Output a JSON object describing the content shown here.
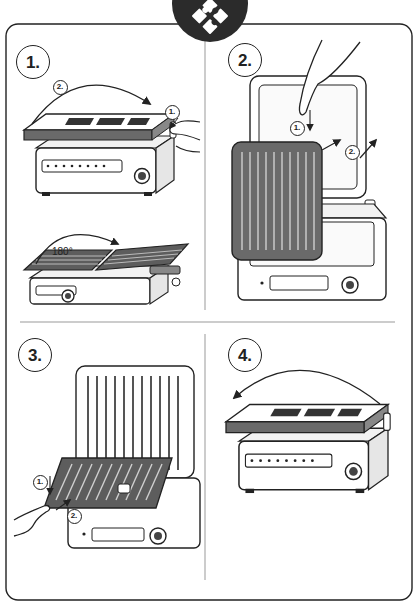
{
  "diagram": {
    "nodes": [
      {
        "text": [
          "1."
        ]
      },
      {
        "text": [
          "2."
        ]
      },
      {
        "text": [
          "1."
        ]
      },
      {
        "text": [
          "2."
        ]
      },
      {
        "text": [
          "1."
        ]
      },
      {
        "text": [
          "2."
        ]
      },
      {
        "text": [
          "3."
        ]
      },
      {
        "text": [
          "1."
        ]
      },
      {
        "text": [
          "2."
        ]
      },
      {
        "text": [
          "4."
        ]
      }
    ],
    "labels": [
      "180°"
    ]
  }
}
